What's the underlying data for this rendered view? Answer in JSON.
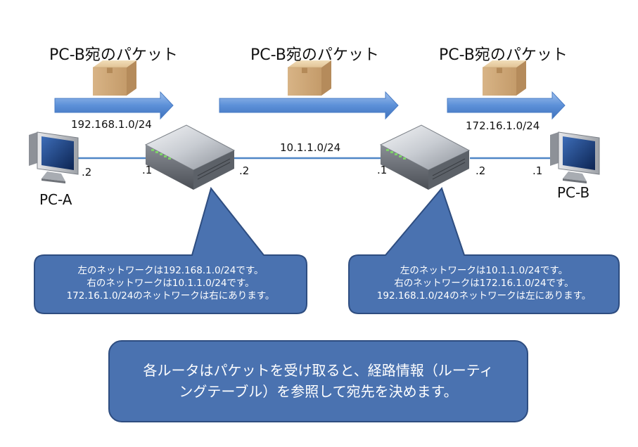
{
  "packets": [
    {
      "label": "PC-B宛のパケット"
    },
    {
      "label": "PC-B宛のパケット"
    },
    {
      "label": "PC-B宛のパケット"
    }
  ],
  "networks": {
    "left": "192.168.1.0/24",
    "middle": "10.1.1.0/24",
    "right": "172.16.1.0/24"
  },
  "ports": {
    "pc_a": ".2",
    "router1_left": ".1",
    "router1_right": ".2",
    "router2_left": ".1",
    "router2_right": ".2",
    "pc_b": ".1"
  },
  "hosts": {
    "pc_a": "PC-A",
    "pc_b": "PC-B"
  },
  "callouts": {
    "router1": [
      "左のネットワークは192.168.1.0/24です。",
      "右のネットワークは10.1.1.0/24です。",
      "172.16.1.0/24のネットワークは右にあります。"
    ],
    "router2": [
      "左のネットワークは10.1.1.0/24です。",
      "右のネットワークは172.16.1.0/24です。",
      "192.168.1.0/24のネットワークは左にあります。"
    ]
  },
  "summary": {
    "line1": "各ルータはパケットを受け取ると、経路情報（ルーティ",
    "line2": "ングテーブル）を参照して宛先を決めます。"
  },
  "colors": {
    "arrow": "#5b8fd6",
    "bubble": "#4a72b0",
    "bubble_border": "#2e4d80",
    "link": "#4f86c6"
  }
}
